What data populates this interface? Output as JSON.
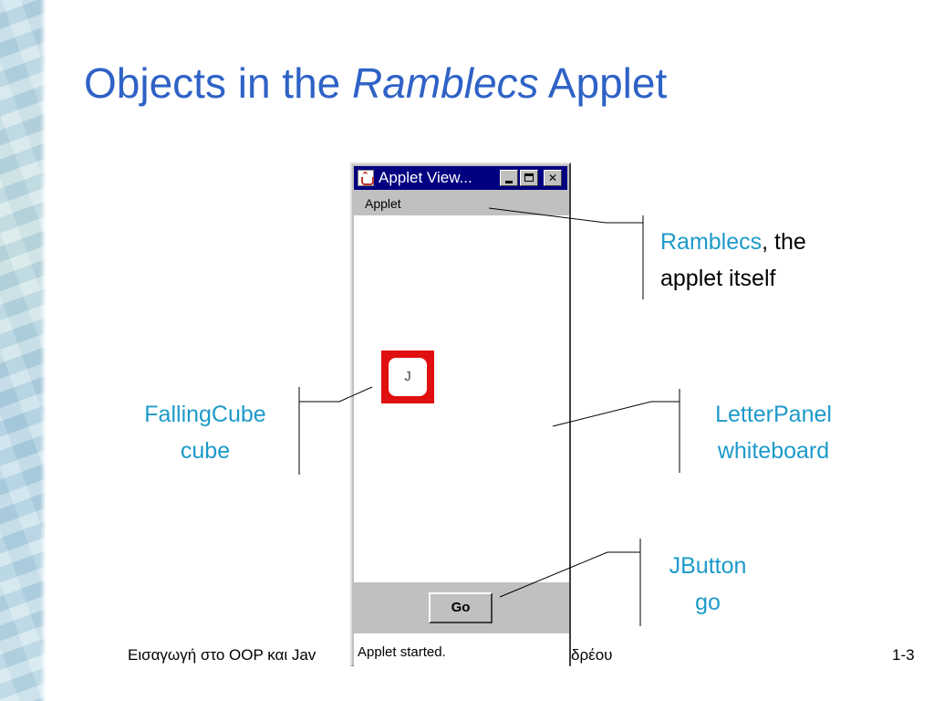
{
  "slide": {
    "title_prefix": "Objects in the ",
    "title_italic": "Ramblecs",
    "title_suffix": " Applet"
  },
  "window": {
    "title": "Applet View...",
    "minimize_label": "",
    "maximize_label": "",
    "close_label": "✕",
    "menu": [
      "Applet"
    ],
    "cube_letter": "J",
    "go_button_label": "Go",
    "status_text": "Applet started."
  },
  "labels": {
    "ramblecs": {
      "class_name": "Ramblecs",
      "rest_line1": ", the",
      "line2": "applet itself"
    },
    "falling_cube": {
      "line1": "FallingCube",
      "line2": "cube"
    },
    "letter_panel": {
      "line1": "LetterPanel",
      "line2": "whiteboard"
    },
    "jbutton": {
      "line1": "JButton",
      "line2": "go"
    }
  },
  "footer": {
    "left_text": "Εισαγωγή στο OOP και Jav",
    "right_text_fragment": "δρέου",
    "page_number": "1-3"
  },
  "colors": {
    "title": "#2e62c6",
    "label_teal": "#1d9ac9",
    "window_titlebar": "#000080",
    "cube": "#e01010"
  }
}
